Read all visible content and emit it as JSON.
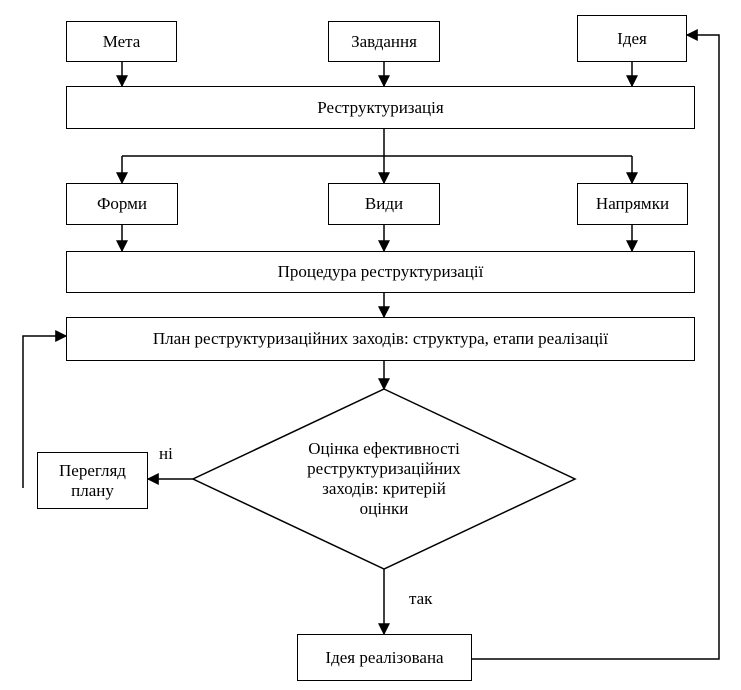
{
  "boxes": {
    "meta": "Мета",
    "zavdannia": "Завдання",
    "ideia": "Ідея",
    "restrukturyzatsiia": "Реструктуризація",
    "formy": "Форми",
    "vydy": "Види",
    "napriamky": "Напрямки",
    "protsedura": "Процедура реструктуризації",
    "plan": "План реструктуризаційних заходів: структура, етапи реалізації",
    "perehliad_line1": "Перегляд",
    "perehliad_line2": "плану",
    "ideia_realizovana": "Ідея реалізована"
  },
  "decision": {
    "line1": "Оцінка ефективності",
    "line2": "реструктуризаційних",
    "line3": "заходів: критерій",
    "line4": "оцінки"
  },
  "labels": {
    "no": "ні",
    "yes": "так"
  }
}
